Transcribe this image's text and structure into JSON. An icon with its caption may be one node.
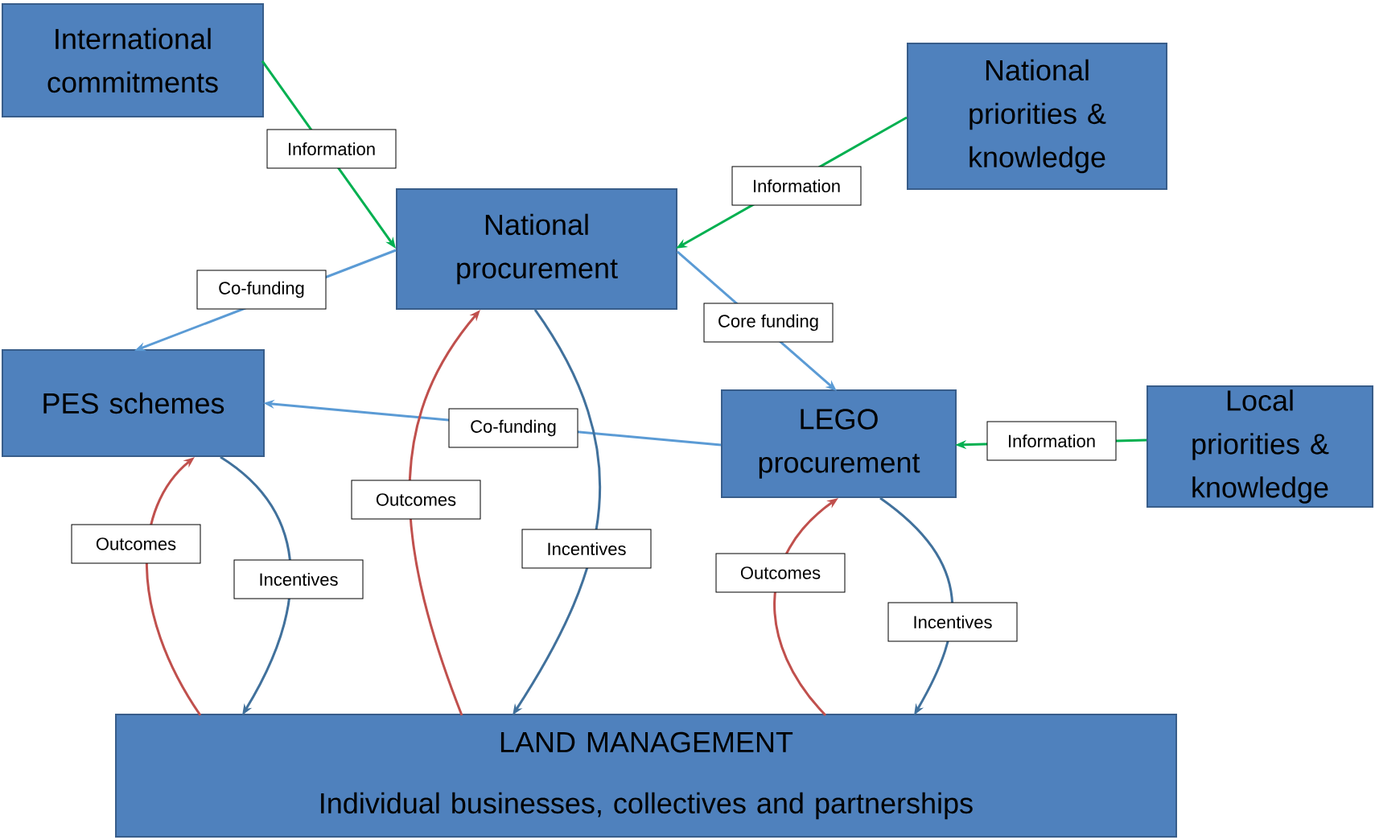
{
  "diagram": {
    "nodes": [
      {
        "text": [
          "International commitments"
        ]
      },
      {
        "text": [
          "National priorities & knowledge"
        ]
      },
      {
        "text": [
          "National procurement"
        ]
      },
      {
        "text": [
          "PES schemes"
        ]
      },
      {
        "text": [
          "LEGO procurement"
        ]
      },
      {
        "text": [
          "Local priorities & knowledge"
        ]
      },
      {
        "text": [
          "LAND MANAGEMENT",
          "Individual businesses, collectives and partnerships"
        ]
      }
    ],
    "edges": [
      {
        "from": 0,
        "to": 2,
        "arrow": "to",
        "label": "Information",
        "color": "#00b050"
      },
      {
        "from": 1,
        "to": 2,
        "arrow": "to",
        "label": "Information",
        "color": "#00b050"
      },
      {
        "from": 2,
        "to": 3,
        "arrow": "to",
        "label": "Co-funding",
        "color": "#5b9bd5"
      },
      {
        "from": 2,
        "to": 4,
        "arrow": "to",
        "label": "Core funding",
        "color": "#5b9bd5"
      },
      {
        "from": 4,
        "to": 3,
        "arrow": "to",
        "label": "Co-funding",
        "color": "#5b9bd5"
      },
      {
        "from": 5,
        "to": 4,
        "arrow": "to",
        "label": "Information",
        "color": "#00b050"
      },
      {
        "from": 6,
        "to": 3,
        "arrow": "to",
        "label": "Outcomes",
        "color": "#c0504d"
      },
      {
        "from": 3,
        "to": 6,
        "arrow": "to",
        "label": "Incentives",
        "color": "#41719c"
      },
      {
        "from": 6,
        "to": 2,
        "arrow": "to",
        "label": "Outcomes",
        "color": "#c0504d"
      },
      {
        "from": 2,
        "to": 6,
        "arrow": "to",
        "label": "Incentives",
        "color": "#41719c"
      },
      {
        "from": 6,
        "to": 4,
        "arrow": "to",
        "label": "Outcomes",
        "color": "#c0504d"
      },
      {
        "from": 4,
        "to": 6,
        "arrow": "to",
        "label": "Incentives",
        "color": "#41719c"
      }
    ]
  }
}
